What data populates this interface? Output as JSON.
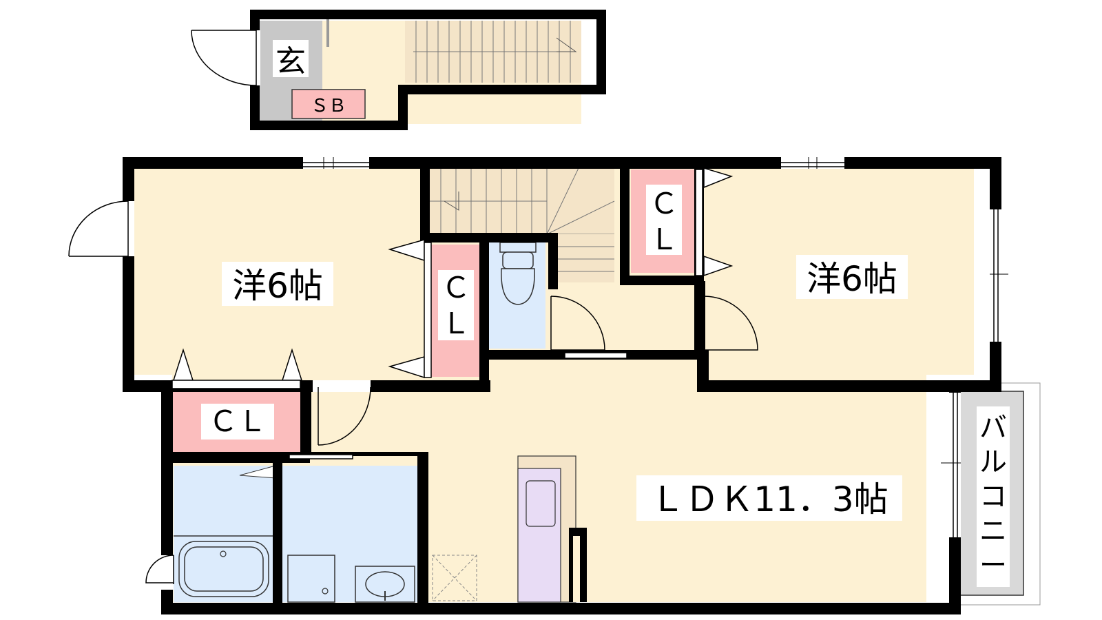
{
  "floor_plan": {
    "rooms": {
      "entrance": "玄",
      "shoe_box": "ＳＢ",
      "western_left": "洋6帖",
      "western_right": "洋6帖",
      "closet_middle_top": "Ｃ",
      "closet_middle_bottom": "Ｌ",
      "closet_right_top": "Ｃ",
      "closet_right_bottom": "Ｌ",
      "closet_bottom_left": "ＣＬ",
      "ldk": "ＬＤＫ11．3帖",
      "balcony": [
        "バ",
        "ル",
        "コ",
        "ニ",
        "ー"
      ]
    },
    "colors": {
      "wall": "#000000",
      "room_floor": "#fdf1d3",
      "closet": "#fbbdbd",
      "wet_area": "#dcebfc",
      "entrance_floor": "#c8c8c8",
      "balcony": "#d9d9d9",
      "kitchen": "#e8dcf5",
      "stairs": "#f4e4c8"
    }
  }
}
